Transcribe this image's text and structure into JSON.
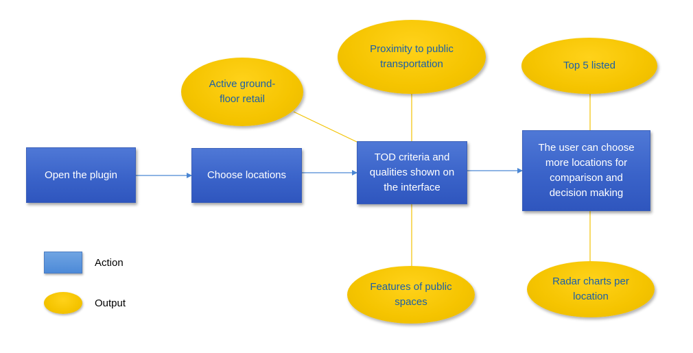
{
  "colors": {
    "action_fill": "#3a63c9",
    "output_fill": "#f5c400",
    "output_text": "#1a5fa8",
    "connector_output": "#f2c200",
    "connector_arrow": "#4a86d4"
  },
  "actions": {
    "open_plugin": "Open the plugin",
    "choose_locations": "Choose locations",
    "tod_criteria": "TOD criteria and qualities shown on the interface",
    "user_choose": "The user can choose more locations for comparison and decision making"
  },
  "outputs": {
    "ground_floor_retail": "Active ground-floor retail",
    "proximity_transport": "Proximity to public transportation",
    "features_public_spaces": "Features of public spaces",
    "top5": "Top 5 listed",
    "radar_charts": "Radar charts per location"
  },
  "legend": {
    "action_label": "Action",
    "output_label": "Output"
  }
}
